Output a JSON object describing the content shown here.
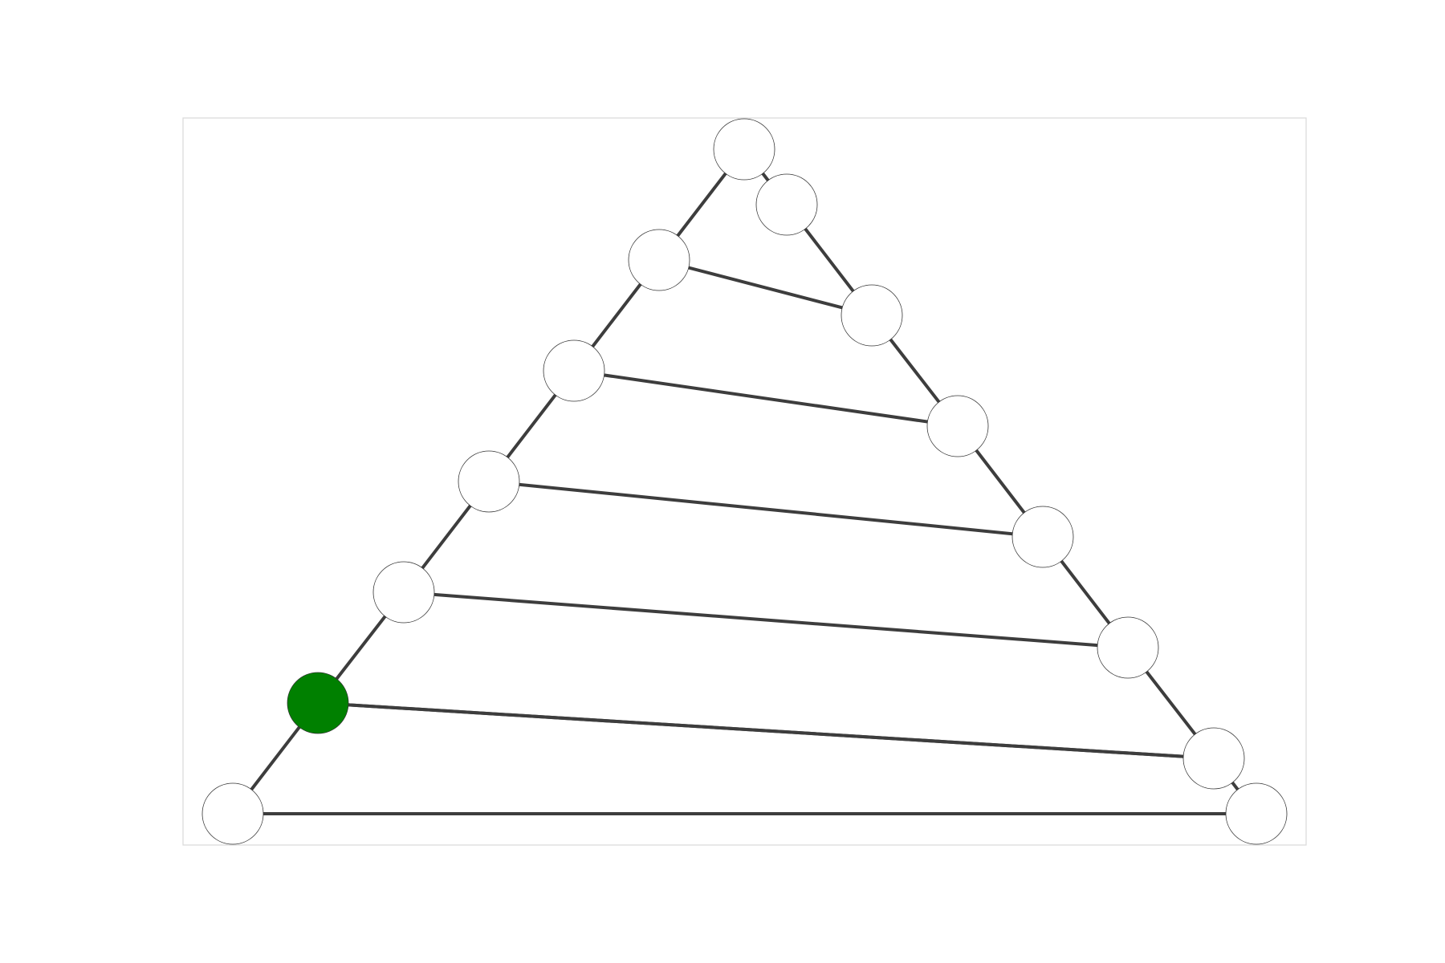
{
  "graph": {
    "highlight_color": "#008000",
    "node_fill": "#ffffff",
    "edge_color": "#3d3d3d",
    "nodes": [
      {
        "id": "n0",
        "highlighted": false
      },
      {
        "id": "n1",
        "highlighted": false
      },
      {
        "id": "n2",
        "highlighted": false
      },
      {
        "id": "n3",
        "highlighted": false
      },
      {
        "id": "n4",
        "highlighted": false
      },
      {
        "id": "n5",
        "highlighted": false
      },
      {
        "id": "n6",
        "highlighted": false
      },
      {
        "id": "n7",
        "highlighted": false
      },
      {
        "id": "n8",
        "highlighted": false
      },
      {
        "id": "n9",
        "highlighted": false
      },
      {
        "id": "n10",
        "highlighted": false
      },
      {
        "id": "n11",
        "highlighted": false
      },
      {
        "id": "n12",
        "highlighted": false
      },
      {
        "id": "n13",
        "highlighted": true
      },
      {
        "id": "n14",
        "highlighted": false
      },
      {
        "id": "n15",
        "highlighted": false
      }
    ],
    "edges": [
      [
        "n0",
        "n2"
      ],
      [
        "n2",
        "n4"
      ],
      [
        "n4",
        "n6"
      ],
      [
        "n6",
        "n8"
      ],
      [
        "n8",
        "n10"
      ],
      [
        "n10",
        "n13"
      ],
      [
        "n13",
        "n14"
      ],
      [
        "n0",
        "n1"
      ],
      [
        "n1",
        "n3"
      ],
      [
        "n3",
        "n5"
      ],
      [
        "n5",
        "n7"
      ],
      [
        "n7",
        "n9"
      ],
      [
        "n9",
        "n11"
      ],
      [
        "n11",
        "n15"
      ],
      [
        "n2",
        "n3"
      ],
      [
        "n4",
        "n5"
      ],
      [
        "n6",
        "n7"
      ],
      [
        "n8",
        "n9"
      ],
      [
        "n10",
        "n11"
      ],
      [
        "n13",
        "n12"
      ],
      [
        "n14",
        "n15"
      ]
    ]
  }
}
